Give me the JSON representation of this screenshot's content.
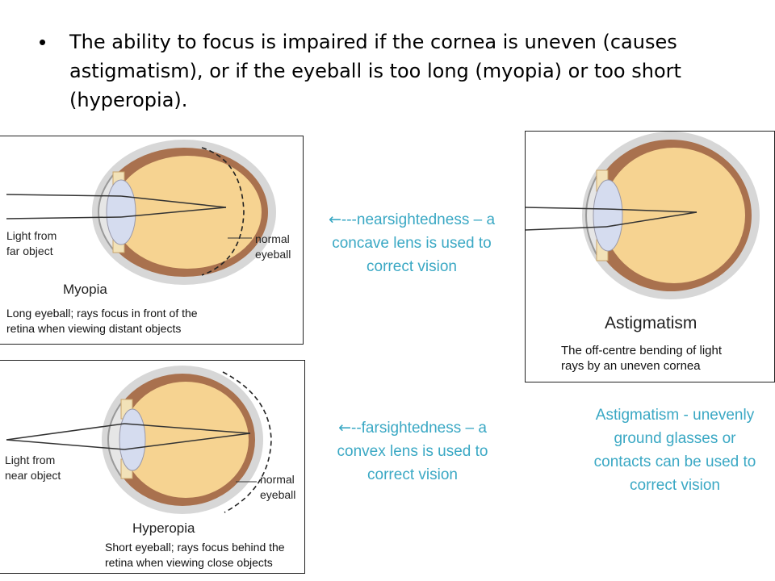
{
  "bullet": {
    "text": "The ability to focus is impaired if the cornea is uneven (causes astigmatism), or if the eyeball is too long (myopia) or too short (hyperopia)."
  },
  "myopia_panel": {
    "light_label": "Light from\nfar object",
    "normal_label": "normal\neyeball",
    "title": "Myopia",
    "caption": "Long eyeball; rays focus in front of the\nretina when viewing distant objects"
  },
  "hyperopia_panel": {
    "light_label": "Light from\nnear object",
    "normal_label": "normal\neyeball",
    "title": "Hyperopia",
    "caption": "Short eyeball; rays focus behind the\nretina when viewing close objects"
  },
  "astigmatism_panel": {
    "title": "Astigmatism",
    "caption": "The off-centre bending of light\nrays by an uneven cornea"
  },
  "notes": {
    "nearsighted_arrow": "←",
    "nearsighted": "---nearsightedness – a concave lens is used to correct vision",
    "farsighted_arrow": "←",
    "farsighted": "--farsightedness – a convex lens is used to correct vision",
    "astigmatism": "Astigmatism - unevenly ground glasses or contacts can be used to correct vision"
  },
  "colors": {
    "eye_fill": "#f6d391",
    "sclera": "#a9714e",
    "outer": "#d7d7d7",
    "lens": "#d5dcef",
    "note_text": "#3aa8c4"
  }
}
